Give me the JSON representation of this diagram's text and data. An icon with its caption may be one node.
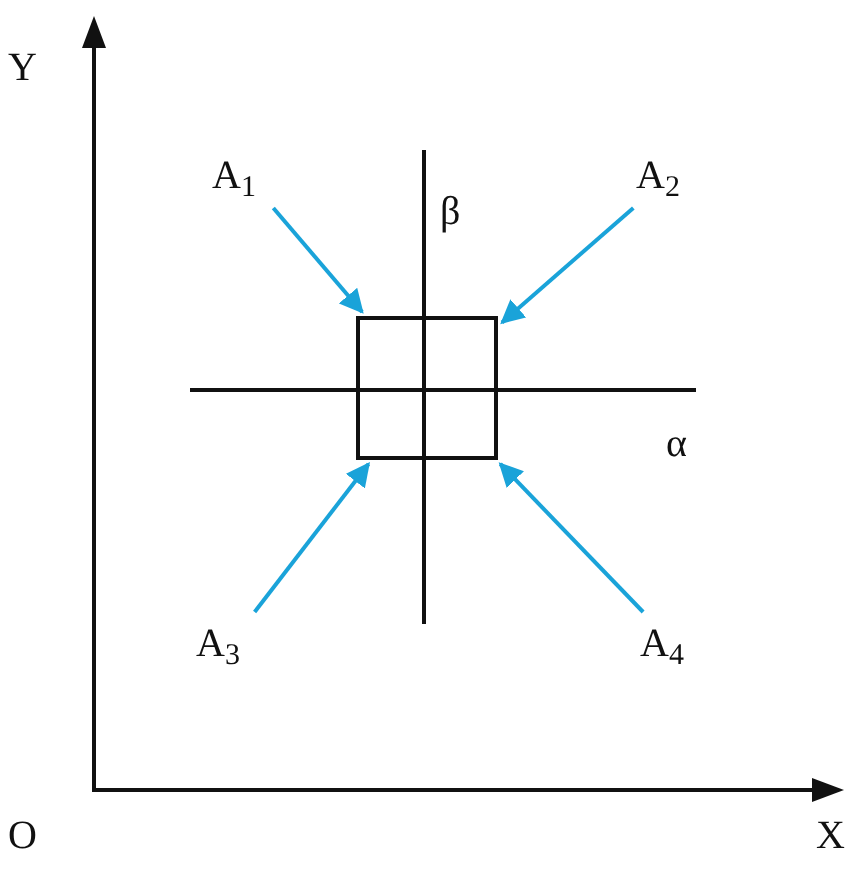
{
  "diagram": {
    "nodes": [
      {
        "text": [],
        "shape": "box"
      },
      {
        "text": [
          "A$_{1}$"
        ]
      },
      {
        "text": [
          "A$_{2}$"
        ]
      },
      {
        "text": [
          "A$_{3}$"
        ]
      },
      {
        "text": [
          "A$_{4}$"
        ]
      }
    ],
    "edges": [
      {
        "from": 1,
        "to": 0,
        "arrow": "to"
      },
      {
        "from": 2,
        "to": 0,
        "arrow": "to"
      },
      {
        "from": 3,
        "to": 0,
        "arrow": "to"
      },
      {
        "from": 4,
        "to": 0,
        "arrow": "to"
      }
    ],
    "labels": [
      "Y",
      "β",
      "α",
      "O",
      "X"
    ]
  }
}
